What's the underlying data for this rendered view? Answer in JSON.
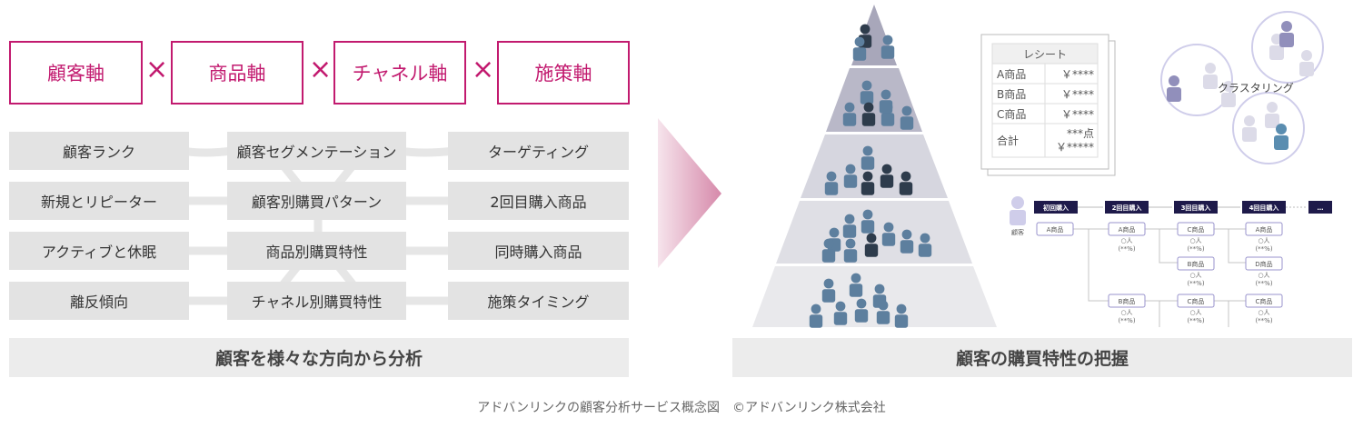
{
  "axes": [
    "顧客軸",
    "商品軸",
    "チャネル軸",
    "施策軸"
  ],
  "times_symbol": "×",
  "grid": {
    "left": [
      "顧客ランク",
      "新規とリピーター",
      "アクティブと休眠",
      "離反傾向"
    ],
    "middle": [
      "顧客セグメンテーション",
      "顧客別購買パターン",
      "商品別購買特性",
      "チャネル別購買特性"
    ],
    "right": [
      "ターゲティング",
      "2回目購入商品",
      "同時購入商品",
      "施策タイミング"
    ]
  },
  "left_bar": "顧客を様々な方向から分析",
  "right_bar": "顧客の購買特性の把握",
  "receipt": {
    "title": "レシート",
    "rows": [
      {
        "item": "A商品",
        "price": "￥****"
      },
      {
        "item": "B商品",
        "price": "￥****"
      },
      {
        "item": "C商品",
        "price": "￥****"
      }
    ],
    "total_label": "合計",
    "total_count": "***点",
    "total_price": "￥*****"
  },
  "clustering_label": "クラスタリング",
  "flow": {
    "customer_label": "顧客",
    "headers": [
      "初回購入",
      "2回目購入",
      "3回目購入",
      "4回目購入",
      "…"
    ],
    "first_item": "A商品",
    "count": "○人",
    "pct": "(**%)",
    "col2": [
      "A商品",
      "B商品"
    ],
    "col3": [
      "C商品",
      "B商品",
      "C商品"
    ],
    "col4": [
      "A商品",
      "D商品",
      "C商品"
    ]
  },
  "caption": "アドバンリンクの顧客分析サービス概念図　©アドバンリンク株式会社",
  "colors": {
    "accent": "#c21a6f",
    "navy": "#1e1a4a",
    "person": "#5d7f9e",
    "person_dark": "#2e3c4c"
  }
}
